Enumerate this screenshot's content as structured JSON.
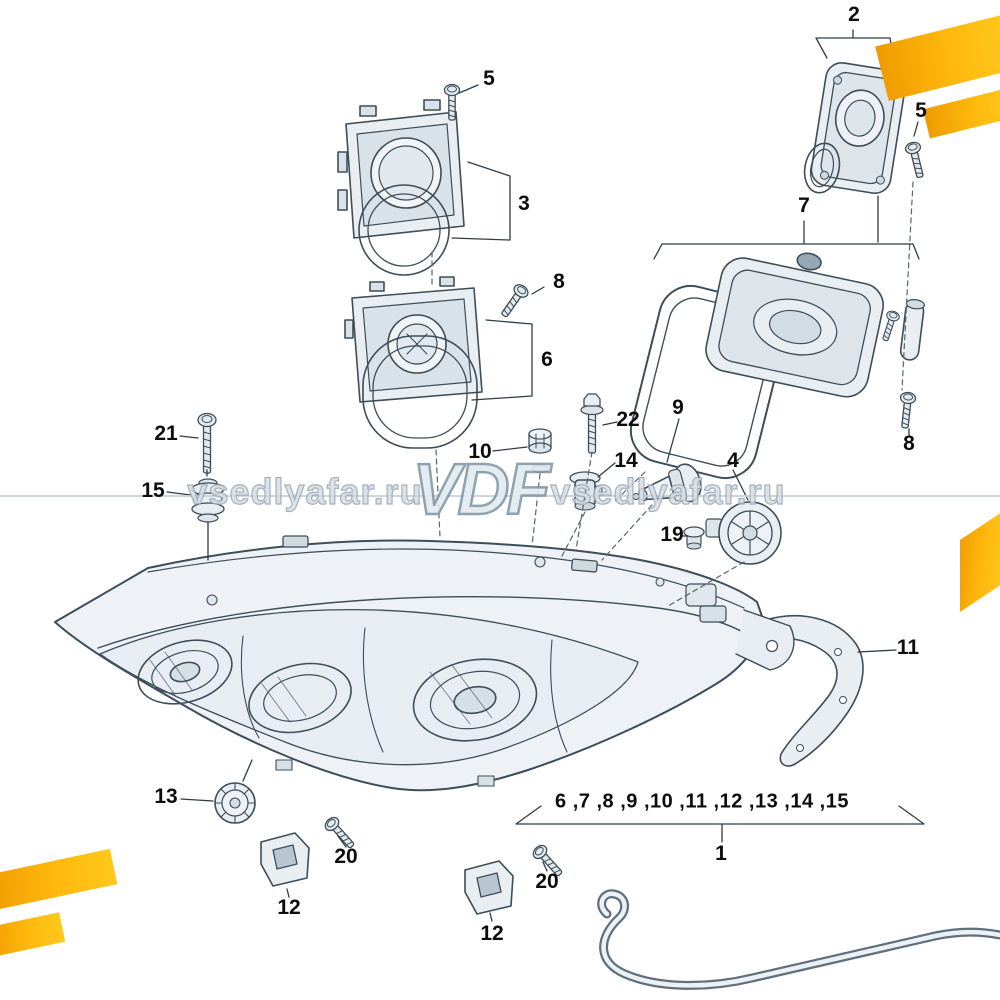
{
  "diagram": {
    "type": "exploded-parts-diagram",
    "subject": "headlamp assembly",
    "line_color": "#3D4D59",
    "accent_color": "#F7A600",
    "watermark": {
      "site_left": "vsedlyafar.ru",
      "brand": "VDF",
      "site_right": "vsedlyafar.ru"
    }
  },
  "callouts": {
    "screw_top": "5",
    "frame_ring": "3",
    "screw_housing": "8",
    "housing": "6",
    "cap": "2",
    "cap_screw": "5",
    "cover": "7",
    "cover_screw": "8",
    "bulb": "9",
    "igniter": "4",
    "bolt": "22",
    "nut": "10",
    "adapter": "14",
    "grommet_small": "19",
    "screw_long": "21",
    "grommet": "15",
    "cap_round": "13",
    "clip_left": "12",
    "screw_clip_left": "20",
    "clip_right": "12",
    "screw_clip_right": "20",
    "trim_strip": "11",
    "assembly": "1",
    "assembly_includes": "6 ,7 ,8 ,9 ,10 ,11 ,12 ,13 ,14 ,15"
  }
}
